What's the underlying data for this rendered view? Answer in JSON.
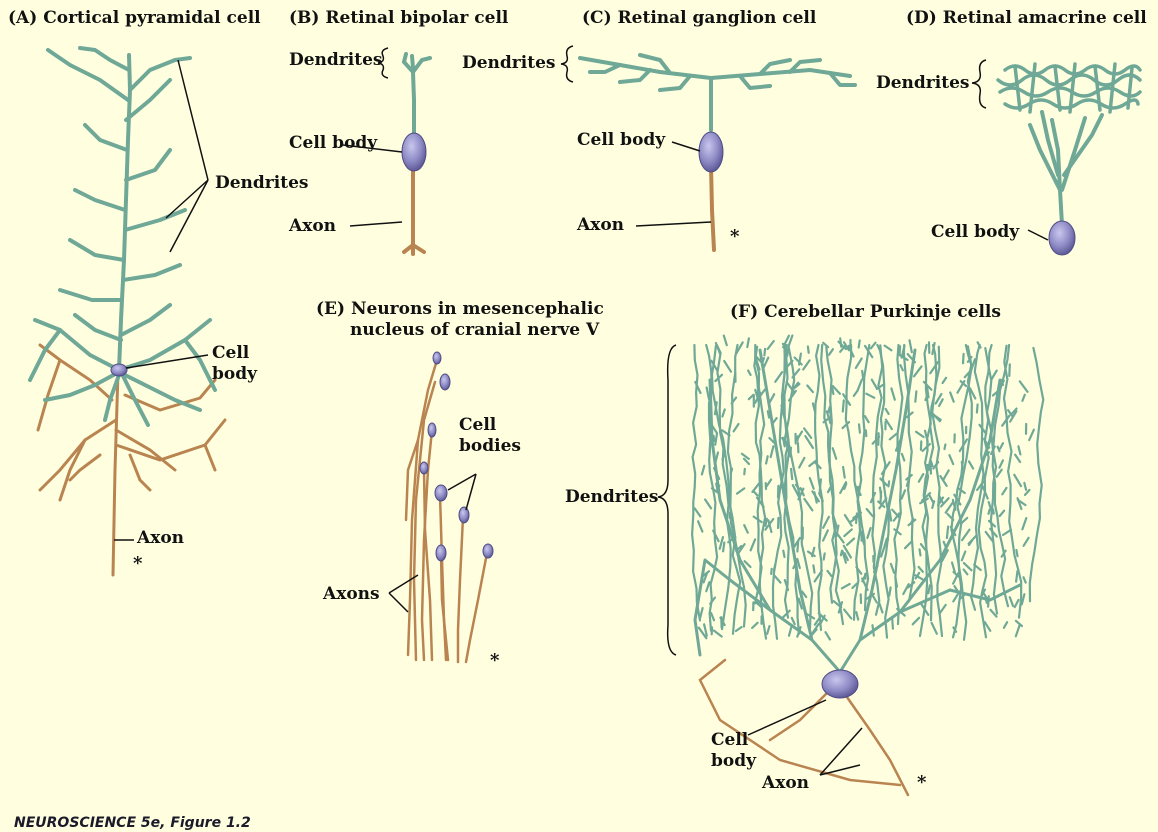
{
  "panels": {
    "a": {
      "title": "(A)  Cortical pyramidal cell",
      "dendrites": "Dendrites",
      "cell_body": [
        "Cell",
        "body"
      ],
      "axon": "Axon",
      "asterisk": "*"
    },
    "b": {
      "title": "(B)  Retinal bipolar cell",
      "dendrites": "Dendrites",
      "cell_body": "Cell body",
      "axon": "Axon"
    },
    "c": {
      "title": "(C)  Retinal ganglion cell",
      "dendrites": "Dendrites",
      "cell_body": "Cell body",
      "axon": "Axon",
      "asterisk": "*"
    },
    "d": {
      "title": "(D)  Retinal amacrine cell",
      "dendrites": "Dendrites",
      "cell_body": "Cell body"
    },
    "e": {
      "title": [
        "(E)  Neurons in mesencephalic",
        "nucleus of cranial nerve V"
      ],
      "cell_bodies": [
        "Cell",
        "bodies"
      ],
      "axons": "Axons",
      "asterisk": "*"
    },
    "f": {
      "title": "(F)  Cerebellar Purkinje cells",
      "dendrites": "Dendrites",
      "cell_body": [
        "Cell",
        "body"
      ],
      "axon": "Axon",
      "asterisk": "*"
    }
  },
  "caption": "NEUROSCIENCE 5e, Figure 1.2",
  "colors": {
    "background": "#ffffe0",
    "dendrite": "#6fa896",
    "dendrite_edge": "#3f6f60",
    "axon": "#b98450",
    "cell_body": "#8f8cc6"
  }
}
